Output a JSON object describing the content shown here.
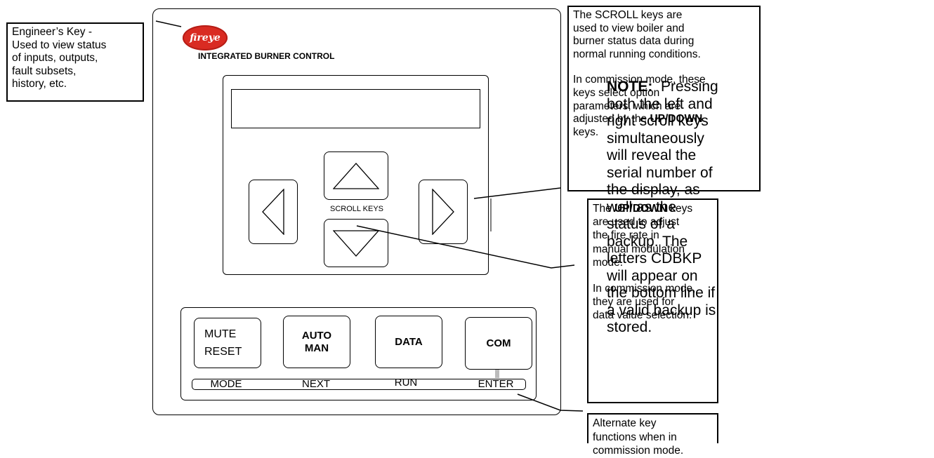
{
  "engineer_callout": [
    "Engineer’s Key -",
    "Used to view status",
    "of inputs, outputs,",
    "fault subsets,",
    "history, etc."
  ],
  "brand": {
    "logo_text": "fireye",
    "title": "INTEGRATED BURNER CONTROL",
    "logo_color": "#d92b22"
  },
  "scroll_callout": {
    "p1": [
      "The SCROLL keys are",
      "used to view boiler and",
      "burner status data during",
      "normal running conditions."
    ],
    "p2_lines": [
      "In commission mode, these",
      "keys select option",
      "parameters, which are"
    ],
    "p2_last_prefix": "adjusted by the ",
    "p2_last_bold": "UP/DOWN",
    "p2_tail": "keys."
  },
  "scroll_keys_label": "SCROLL KEYS",
  "updown_callout": {
    "p1_prefix": "The ",
    "p1_bold": "UP/DOWN",
    "p1_suffix": " keys",
    "p1_lines": [
      "are used to adjust",
      "the fire rate in",
      "manual modulation",
      "mode."
    ],
    "p2": [
      "In commission mode,",
      "they are used for",
      "data value selection."
    ]
  },
  "note": {
    "label": "NOTE:",
    "lines": [
      "Pressing",
      "both the left and",
      "right scroll keys",
      "simultaneously",
      "will reveal the",
      "serial number of",
      "the display, as",
      "well as the",
      "status of a",
      "backup.  The",
      "letters CDBKP",
      "will appear on",
      "the bottom line if",
      "a valid backup is",
      "stored."
    ]
  },
  "buttons": {
    "mute": "MUTE",
    "reset": "RESET",
    "auto": "AUTO",
    "man": "MAN",
    "data": "DATA",
    "com": "COM"
  },
  "alt_labels": {
    "mode": "MODE",
    "next": "NEXT",
    "run": "RUN",
    "enter": "ENTER"
  },
  "alternate_callout": [
    "Alternate key",
    "functions when in",
    "commission mode."
  ]
}
